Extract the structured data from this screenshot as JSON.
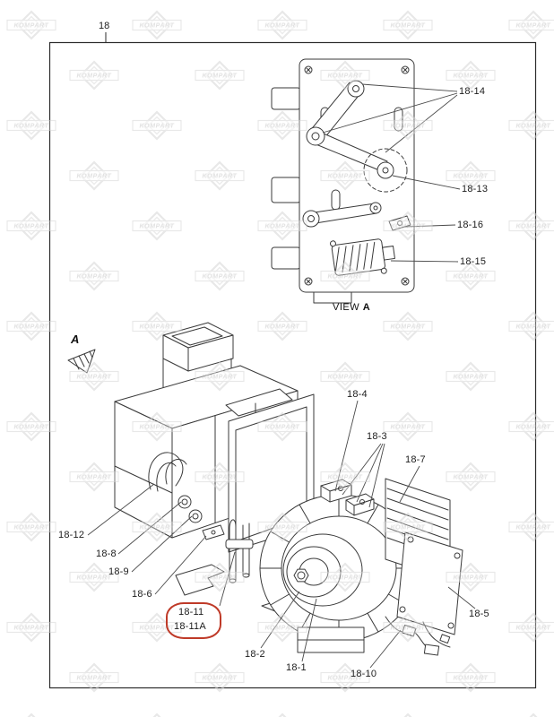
{
  "page": {
    "figure_number": "18",
    "watermark_text": "KOMPART"
  },
  "top_view": {
    "caption_prefix": "VIEW",
    "caption_letter": "A",
    "callouts": [
      {
        "id": "18-14"
      },
      {
        "id": "18-13"
      },
      {
        "id": "18-16"
      },
      {
        "id": "18-15"
      }
    ]
  },
  "main_view": {
    "arrow_label": "A",
    "callouts": [
      {
        "id": "18-4"
      },
      {
        "id": "18-3"
      },
      {
        "id": "18-7"
      },
      {
        "id": "18-12"
      },
      {
        "id": "18-8"
      },
      {
        "id": "18-9"
      },
      {
        "id": "18-6"
      },
      {
        "id": "18-11"
      },
      {
        "id": "18-11A",
        "highlighted": true
      },
      {
        "id": "18-2"
      },
      {
        "id": "18-1"
      },
      {
        "id": "18-10"
      },
      {
        "id": "18-5"
      }
    ]
  },
  "colors": {
    "line": "#3a3a3a",
    "leader": "#4a4a4a",
    "watermark": "#d6d6d6",
    "highlight": "#bf3a28"
  }
}
